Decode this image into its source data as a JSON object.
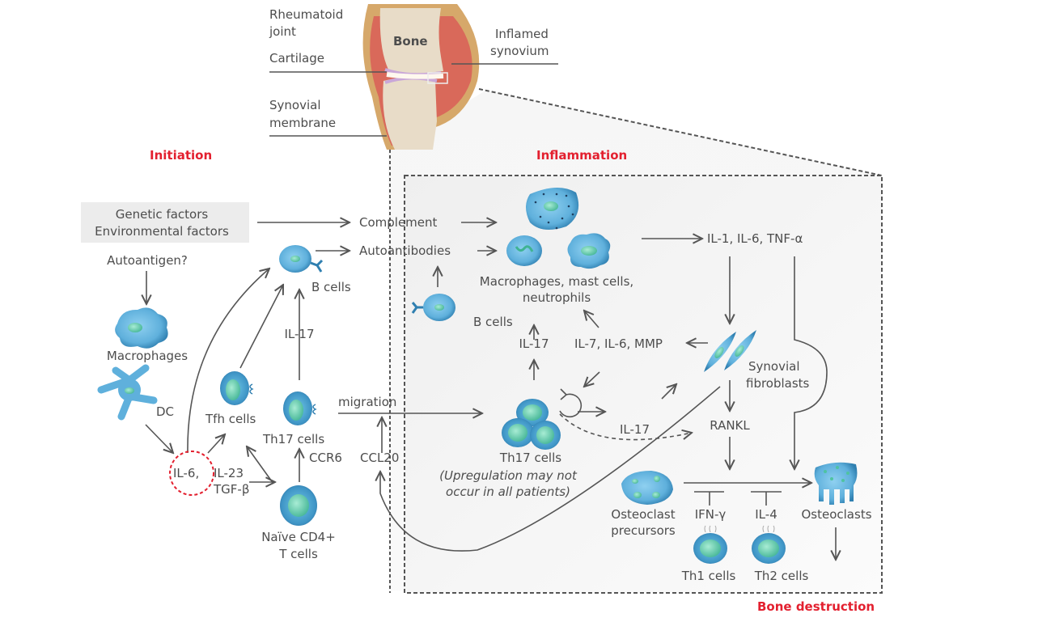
{
  "colors": {
    "section_title": "#e3202f",
    "text": "#4d4d4d",
    "arrow": "#555555",
    "cell_outer": "#3c8fc0",
    "cell_body": "#6bb8e0",
    "nucleus": "#4fc3a1",
    "bone": "#e8dcc8",
    "synovium": "#d9695a",
    "cartilage": "#c9a7d8",
    "joint_capsule": "#d6a86a",
    "inflammation_bg": "#f3f3f3",
    "il6_circle": "#e3202f"
  },
  "joint": {
    "title": "Rheumatoid joint",
    "title_line1": "Rheumatoid",
    "title_line2": "joint",
    "cartilage": "Cartilage",
    "synovial_membrane_line1": "Synovial",
    "synovial_membrane_line2": "membrane",
    "bone": "Bone",
    "inflamed_synovium_line1": "Inflamed",
    "inflamed_synovium_line2": "synovium"
  },
  "sections": {
    "initiation": "Initiation",
    "inflammation": "Inflammation",
    "bone_destruction": "Bone destruction"
  },
  "initiation": {
    "genetic_factors": "Genetic factors",
    "environmental_factors": "Environmental factors",
    "autoantigen": "Autoantigen?",
    "macrophages": "Macrophages",
    "dc": "DC",
    "il6": "IL-6,",
    "il23": "IL-23",
    "tgfb": "TGF-β",
    "tfh_cells": "Tfh cells",
    "th17_cells": "Th17 cells",
    "b_cells": "B cells",
    "il17": "IL-17",
    "ccr6": "CCR6",
    "ccl20": "CCL20",
    "naive_line1": "Naïve CD4+",
    "naive_line2": "T cells",
    "migration": "migration"
  },
  "inflammation": {
    "complement": "Complement",
    "autoantibodies": "Autoantibodies",
    "macrophages_line1": "Macrophages, mast cells,",
    "macrophages_line2": "neutrophils",
    "cytokines": "IL-1, IL-6, TNF-α",
    "b_cells": "B cells",
    "il17": "IL-17",
    "il7_il6_mmp": "IL-7, IL-6, MMP",
    "synovial_line1": "Synovial",
    "synovial_line2": "fibroblasts",
    "th17_cells": "Th17 cells",
    "upregulation_line1": "(Upregulation may not",
    "upregulation_line2": "occur in all patients)",
    "il17_dashed": "IL-17",
    "rankl": "RANKL"
  },
  "bone_destruction": {
    "osteoclast_precursors_line1": "Osteoclast",
    "osteoclast_precursors_line2": "precursors",
    "ifn_gamma": "IFN-γ",
    "il4": "IL-4",
    "osteoclasts": "Osteoclasts",
    "th1_cells": "Th1 cells",
    "th2_cells": "Th2 cells"
  }
}
